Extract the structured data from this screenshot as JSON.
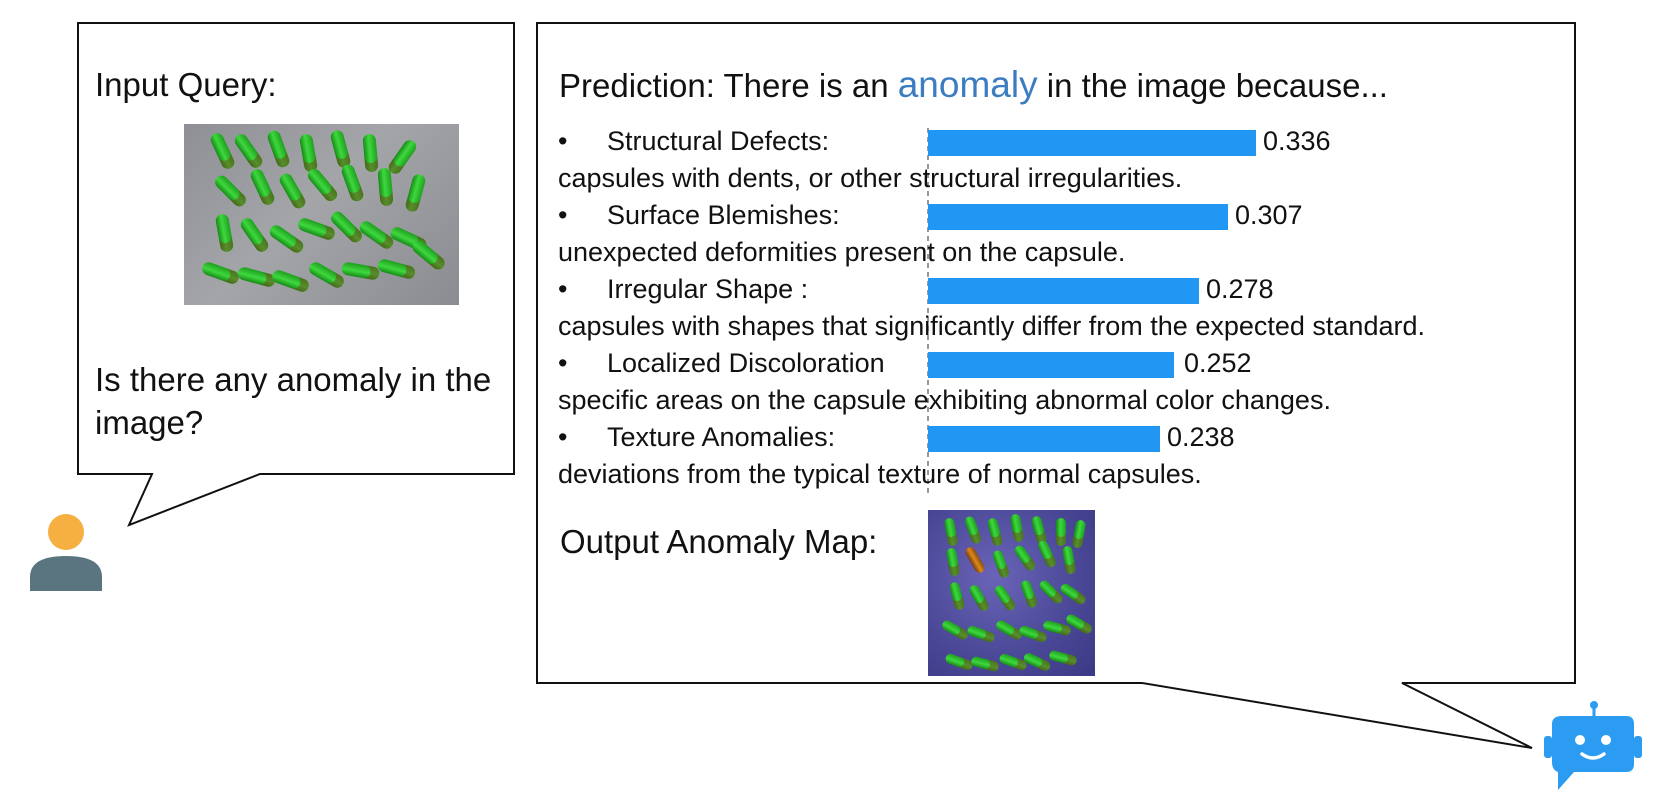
{
  "query": {
    "title": "Input Query:",
    "question": "Is there any anomaly in the image?"
  },
  "prediction": {
    "prefix": "Prediction: There is an ",
    "highlight": "anomaly",
    "suffix": " in the image because...",
    "highlight_color": "#3b7dc0",
    "bar_color": "#2196f3",
    "items": [
      {
        "bullet": "•",
        "label": "Structural Defects:",
        "score": 0.336,
        "score_text": "0.336",
        "description": "capsules with dents, or other structural irregularities."
      },
      {
        "bullet": "•",
        "label": "Surface Blemishes:",
        "score": 0.307,
        "score_text": "0.307",
        "description": "unexpected deformities present on the capsule."
      },
      {
        "bullet": "•",
        "label": "Irregular Shape :",
        "score": 0.278,
        "score_text": "0.278",
        "description": "capsules with shapes that significantly differ from the expected standard."
      },
      {
        "bullet": "•",
        "label": "Localized Discoloration",
        "score": 0.252,
        "score_text": "0.252",
        "description": "specific areas on the capsule exhibiting abnormal color changes."
      },
      {
        "bullet": "•",
        "label": "Texture Anomalies:",
        "score": 0.238,
        "score_text": "0.238",
        "description": "deviations from the typical texture of normal capsules."
      }
    ],
    "map_label": "Output Anomaly Map:"
  },
  "icons": {
    "user": "user-avatar-icon",
    "bot": "chatbot-icon",
    "user_head_color": "#f6b042",
    "user_body_color": "#5a7480",
    "bot_color": "#2b9cf2"
  }
}
